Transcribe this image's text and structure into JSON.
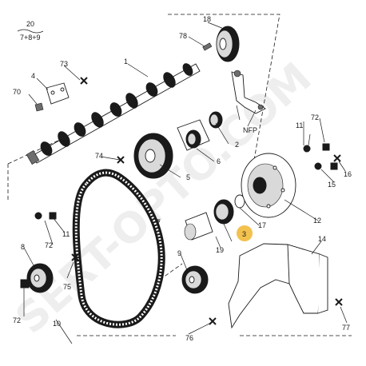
{
  "header": {
    "top_label": "20",
    "sub_label": "7+8+9"
  },
  "watermark": "SERT-OPTO.COM",
  "callouts": {
    "c1": "1",
    "c2": "2",
    "c3": "3",
    "c4": "4",
    "c5": "5",
    "c6": "6",
    "c7": "7",
    "c8": "8",
    "c9": "9",
    "c10": "10",
    "c11a": "11",
    "c11b": "11",
    "c12": "12",
    "c14": "14",
    "c15": "15",
    "c16": "16",
    "c17": "17",
    "c18": "18",
    "c19": "19",
    "c70": "70",
    "c72a": "72",
    "c72b": "72",
    "c72c": "72",
    "c73": "73",
    "c74": "74",
    "c75": "75",
    "c76": "76",
    "c77": "77",
    "c78": "78",
    "nfp": "NFP"
  },
  "highlight": {
    "color": "#f2c14e",
    "label": "3"
  }
}
